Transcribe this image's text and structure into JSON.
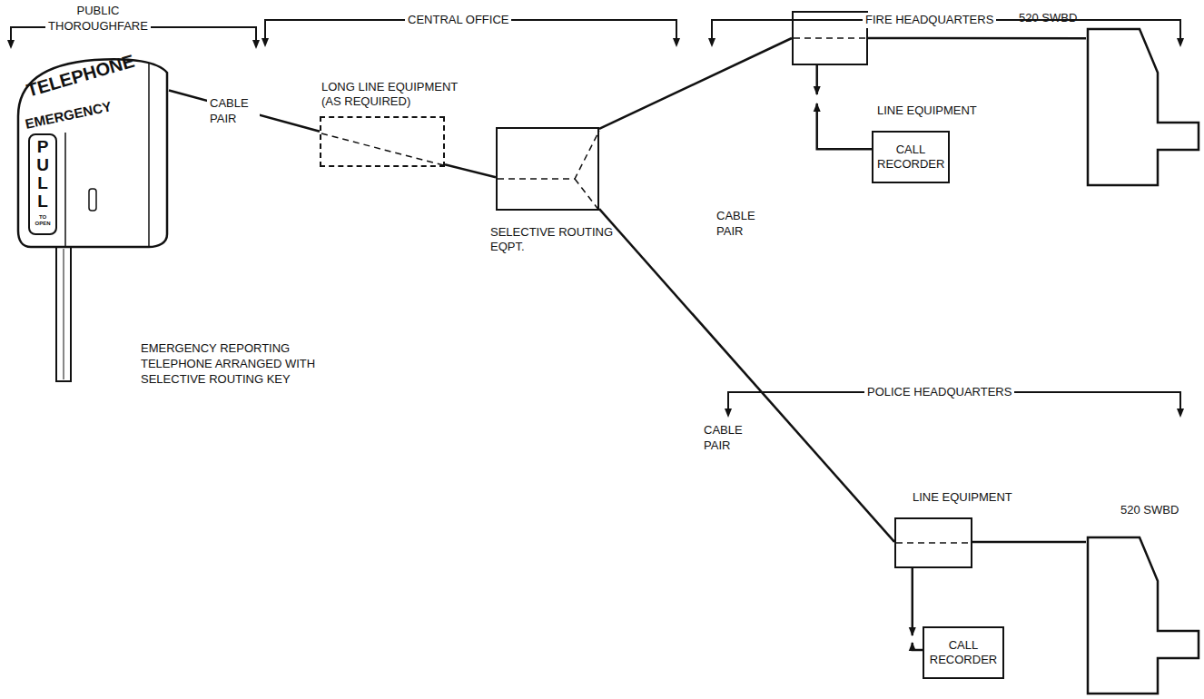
{
  "diagram": {
    "nodes": [
      {
        "text": [
          "TELEPHONE",
          "EMERGENCY",
          "PULL",
          "TO OPEN"
        ]
      },
      {
        "text": [
          "LONG LINE EQUIPMENT (AS REQUIRED)"
        ]
      },
      {
        "text": [
          "SELECTIVE ROUTING EQPT."
        ]
      },
      {
        "text": [
          "LINE EQUIPMENT"
        ]
      },
      {
        "text": [
          "CALL RECORDER"
        ]
      },
      {
        "text": [
          "520 SWBD"
        ]
      },
      {
        "text": [
          "LINE EQUIPMENT"
        ]
      },
      {
        "text": [
          "CALL RECORDER"
        ]
      },
      {
        "text": [
          "520 SWBD"
        ]
      }
    ],
    "edges": [
      {
        "from": 0,
        "to": 1,
        "label": "CABLE PAIR",
        "arrow": "none"
      },
      {
        "from": 1,
        "to": 2,
        "arrow": "none"
      },
      {
        "from": 2,
        "to": 3,
        "label": "CABLE PAIR",
        "arrow": "none"
      },
      {
        "from": 3,
        "to": 5,
        "arrow": "none"
      },
      {
        "from": 3,
        "to": 4,
        "arrow": "both"
      },
      {
        "from": 2,
        "to": 6,
        "label": "CABLE PAIR",
        "arrow": "none"
      },
      {
        "from": 6,
        "to": 8,
        "arrow": "none"
      },
      {
        "from": 6,
        "to": 7,
        "arrow": "both"
      }
    ],
    "labels": [
      "PUBLIC THOROUGHFARE",
      "CENTRAL OFFICE",
      "FIRE HEADQUARTERS",
      "POLICE HEADQUARTERS",
      "EMERGENCY REPORTING TELEPHONE ARRANGED WITH SELECTIVE ROUTING KEY"
    ]
  }
}
